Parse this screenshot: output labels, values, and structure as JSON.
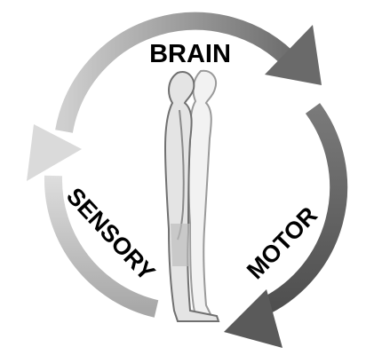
{
  "labels": {
    "top": "BRAIN",
    "left": "SENSORY",
    "right": "MOTOR"
  },
  "colors": {
    "arrow_light": "#d6d6d6",
    "arrow_mid": "#9a9a9a",
    "arrow_dark": "#5e5e5e",
    "figure_fill": "#e6e6e6",
    "figure_stroke": "#7a7a7a",
    "label": "#000000"
  }
}
